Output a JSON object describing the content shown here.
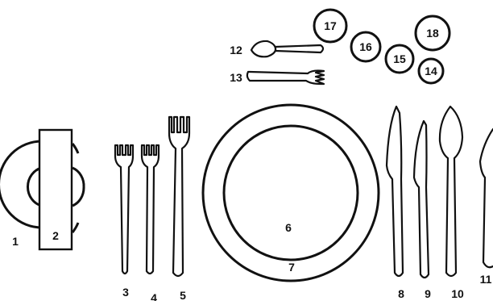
{
  "labels": {
    "l1": "1",
    "l2": "2",
    "l3": "3",
    "l4": "4",
    "l5": "5",
    "l6": "6",
    "l7": "7",
    "l8": "8",
    "l9": "9",
    "l10": "10",
    "l11": "11",
    "l12": "12",
    "l13": "13",
    "l14": "14",
    "l15": "15",
    "l16": "16",
    "l17": "17",
    "l18": "18"
  },
  "colors": {
    "ink": "#111111",
    "paper": "#ffffff"
  },
  "icons": {
    "1": "plate-small-icon",
    "2": "napkin-icon",
    "3": "fork-icon",
    "4": "fork-icon",
    "5": "fork-icon",
    "6": "dinner-plate-icon",
    "7": "charger-plate-icon",
    "8": "knife-icon",
    "9": "knife-icon",
    "10": "spoon-icon",
    "11": "knife-icon",
    "12": "dessert-spoon-icon",
    "13": "dessert-fork-icon",
    "14": "glass-icon",
    "15": "glass-icon",
    "16": "glass-icon",
    "17": "glass-icon",
    "18": "glass-icon"
  }
}
